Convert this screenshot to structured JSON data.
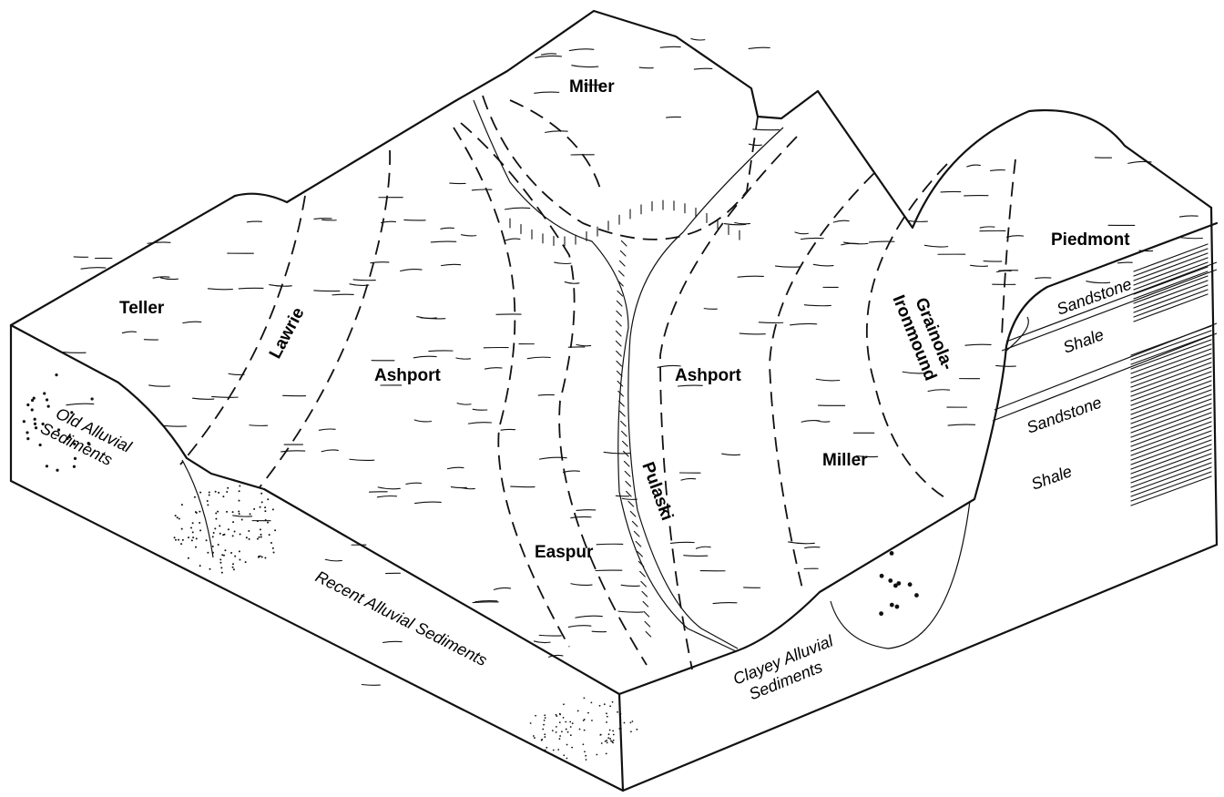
{
  "soils": {
    "teller": "Teller",
    "lawrie": "Lawrie",
    "ashport_left": "Ashport",
    "miller_top": "Miller",
    "easpur": "Easpur",
    "pulaski": "Pulaski",
    "ashport_right": "Ashport",
    "miller_right": "Miller",
    "grainola_line1": "Grainola-",
    "grainola_line2": "Ironmound",
    "piedmont": "Piedmont"
  },
  "materials": {
    "old_alluvial_line1": "Old Alluvial",
    "old_alluvial_line2": "Sediments",
    "recent_alluvial": "Recent Alluvial Sediments",
    "clayey_line1": "Clayey Alluvial",
    "clayey_line2": "Sediments",
    "sandstone_upper": "Sandstone",
    "shale_upper": "Shale",
    "sandstone_lower": "Sandstone",
    "shale_lower": "Shale"
  }
}
